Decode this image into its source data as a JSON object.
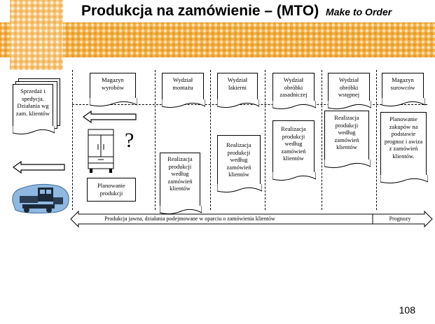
{
  "header": {
    "title": "Produkcja na zamówienie – (MTO)",
    "subtitle": "Make to Order"
  },
  "sales_document": "Sprzedaż i spedycja. Działania wg zam. klientów",
  "columns": [
    {
      "id": "warehouse_products",
      "header": "Magazyn wyrobów"
    },
    {
      "id": "assembly",
      "header": "Wydział montażu"
    },
    {
      "id": "painting",
      "header": "Wydział lakierni"
    },
    {
      "id": "main_processing",
      "header": "Wydział obróbki zasadniczej"
    },
    {
      "id": "preprocessing",
      "header": "Wydział obróbki wstępnej"
    },
    {
      "id": "warehouse_materials",
      "header": "Magazyn surowców"
    }
  ],
  "documents": {
    "assembly": "Realizacja produkcji według zamówień klientów",
    "painting": "Realizacja produkcji według zamówień klientów",
    "main_processing": "Realizacja produkcji według zamówień klientów",
    "preprocessing": "Realizacja produkcji według zamówień klientów",
    "materials": "Planowanie zakupów na podstawie prognoz i awiza z zamówień klientów."
  },
  "question_mark": "?",
  "planning_box": "Planowanie produkcji",
  "bottom_arrow": {
    "main": "Produkcja jawna, działania podejmowane w oparciu o zamówienia klientów",
    "forecast": "Prognozy"
  },
  "page_number": "108",
  "colors": {
    "band": "#f4b24a",
    "truck": "#8fb8e0"
  }
}
